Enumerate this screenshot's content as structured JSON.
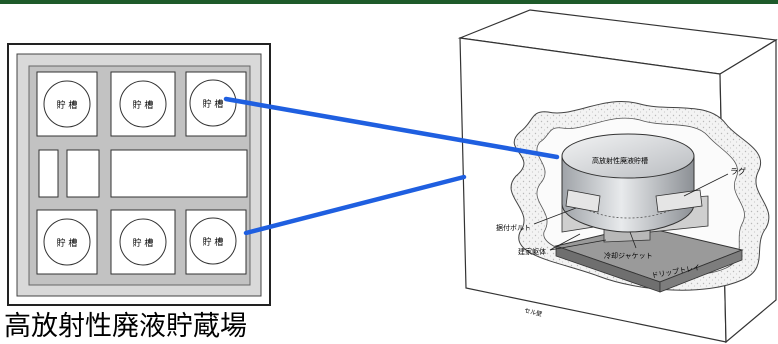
{
  "caption": "高放射性廃液貯蔵場",
  "plan": {
    "tank_label": "貯 槽",
    "tank_count": 6
  },
  "cutaway": {
    "labels": {
      "tank": "高放射性廃液貯槽",
      "lug": "ラグ",
      "anchor_bolt": "据付ボルト",
      "building_body": "建家躯体",
      "cooling_jacket": "冷却ジャケット",
      "drip_tray": "ドリップトレイ",
      "cell_wall": "セル壁"
    }
  },
  "colors": {
    "header_rule": "#1e5a2a",
    "connector": "#1f5fe0"
  }
}
